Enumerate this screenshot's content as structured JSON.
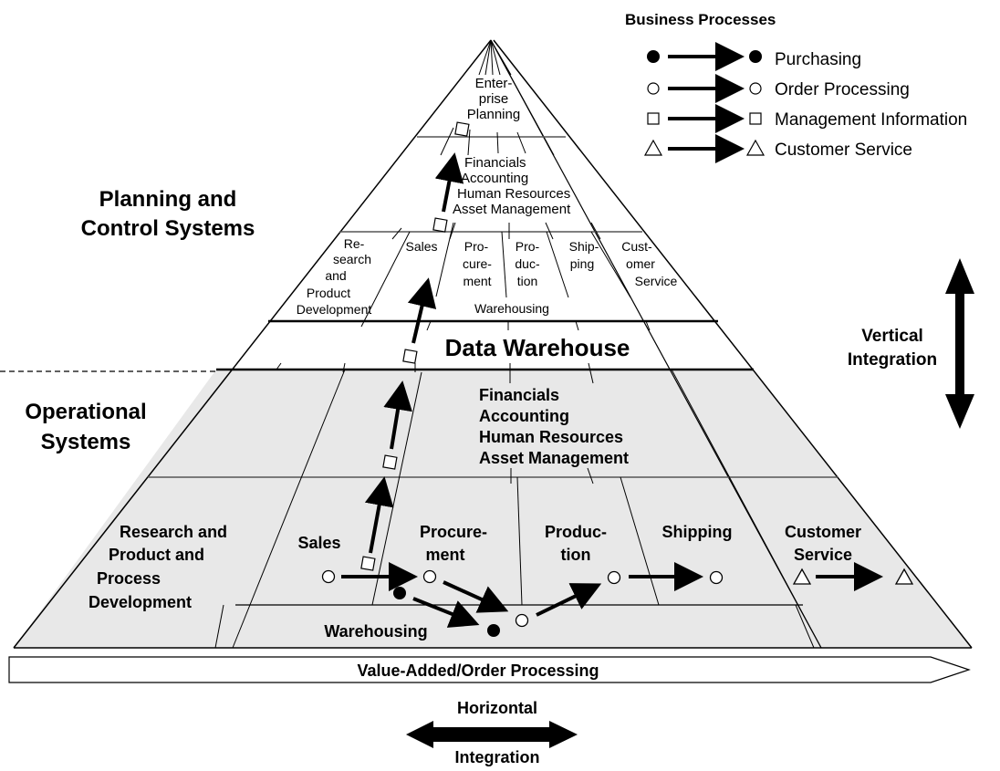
{
  "legend": {
    "title": "Business Processes",
    "items": [
      {
        "symbol": "filled-circle",
        "label": "Purchasing"
      },
      {
        "symbol": "open-circle",
        "label": "Order Processing"
      },
      {
        "symbol": "open-square",
        "label": "Management Information"
      },
      {
        "symbol": "open-triangle",
        "label": "Customer Service"
      }
    ]
  },
  "side_labels": {
    "planning": [
      "Planning and",
      "Control Systems"
    ],
    "operational": [
      "Operational",
      "Systems"
    ],
    "vertical": [
      "Vertical",
      "Integration"
    ],
    "horizontal_top": "Horizontal",
    "horizontal_bottom": "Integration"
  },
  "pyramid": {
    "top": [
      "Enter-",
      "prise",
      "Planning"
    ],
    "planning_functions": [
      "Financials",
      "Accounting",
      "Human Resources",
      "Asset Management"
    ],
    "planning_units": {
      "research": [
        "Re-",
        "search",
        "and",
        "Product",
        "Development"
      ],
      "sales": [
        "Sales"
      ],
      "procurement": [
        "Pro-",
        "cure-",
        "ment"
      ],
      "production": [
        "Pro-",
        "duc-",
        "tion"
      ],
      "shipping": [
        "Ship-",
        "ping"
      ],
      "customer_service": [
        "Cust-",
        "omer",
        "Service"
      ],
      "warehousing": "Warehousing"
    },
    "data_warehouse": "Data Warehouse",
    "operational_functions": [
      "Financials",
      "Accounting",
      "Human Resources",
      "Asset Management"
    ],
    "operational_units": {
      "research": [
        "Research and",
        "Product and",
        "Process",
        "Development"
      ],
      "sales": [
        "Sales"
      ],
      "procurement": [
        "Procure-",
        "ment"
      ],
      "production": [
        "Produc-",
        "tion"
      ],
      "shipping": [
        "Shipping"
      ],
      "customer_service": [
        "Customer",
        "Service"
      ],
      "warehousing": "Warehousing"
    }
  },
  "value_chain_label": "Value-Added/Order Processing",
  "colors": {
    "operational_fill": "#e8e8e8",
    "line": "#000000"
  }
}
